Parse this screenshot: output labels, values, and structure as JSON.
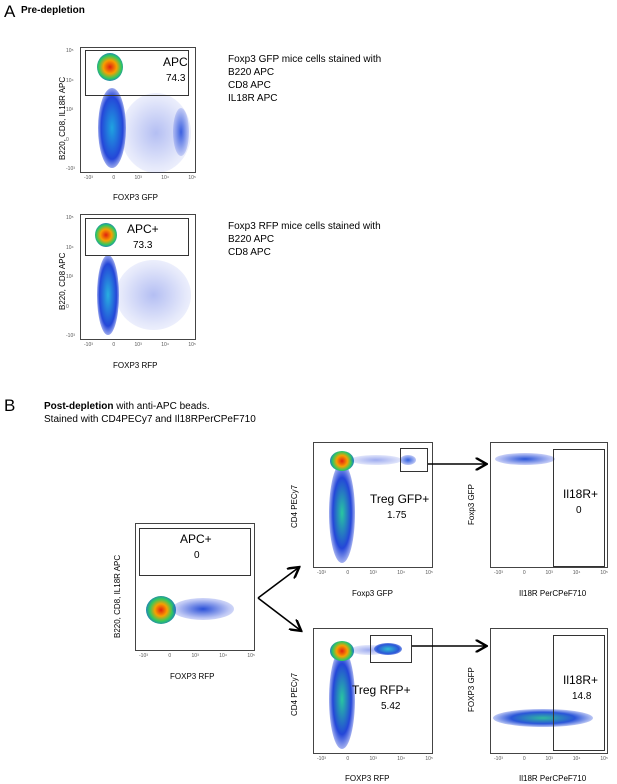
{
  "panelA": {
    "letter": "A",
    "title": "Pre-depletion",
    "plot1": {
      "ylabel": "B220, CD8, IL18R APC",
      "xlabel": "FOXP3 GFP",
      "gate_label": "APC",
      "gate_value": "74.3",
      "description": [
        "Foxp3 GFP mice cells stained with",
        "B220 APC",
        "CD8 APC",
        "IL18R APC"
      ]
    },
    "plot2": {
      "ylabel": "B220, CD8 APC",
      "xlabel": "FOXP3 RFP",
      "gate_label": "APC+",
      "gate_value": "73.3",
      "description": [
        "Foxp3 RFP mice cells stained with",
        "B220 APC",
        "CD8 APC"
      ]
    }
  },
  "panelB": {
    "letter": "B",
    "title_bold": "Post-depletion",
    "title_rest": " with anti-APC beads.",
    "subtitle": "Stained with CD4PECy7 and Il18RPerCPeF710",
    "plot_main": {
      "ylabel": "B220, CD8, IL18R APC",
      "xlabel": "FOXP3 RFP",
      "gate_label": "APC+",
      "gate_value": "0"
    },
    "plot_top_mid": {
      "ylabel": "CD4 PECy7",
      "xlabel": "Foxp3 GFP",
      "gate_label": "Treg GFP+",
      "gate_value": "1.75"
    },
    "plot_bot_mid": {
      "ylabel": "CD4 PECy7",
      "xlabel": "FOXP3 RFP",
      "gate_label": "Treg RFP+",
      "gate_value": "5.42"
    },
    "plot_top_right": {
      "ylabel": "Foxp3 GFP",
      "xlabel": "Il18R PerCPeF710",
      "gate_label": "Il18R+",
      "gate_value": "0"
    },
    "plot_bot_right": {
      "ylabel": "FOXP3 GFP",
      "xlabel": "Il18R PerCPeF710",
      "gate_label": "Il18R+",
      "gate_value": "14.8"
    }
  },
  "ticks": {
    "y": [
      "10⁵",
      "10⁴",
      "10³",
      "0",
      "-10³"
    ],
    "x": [
      "-10³",
      "0",
      "10³",
      "10⁴",
      "10⁵"
    ]
  }
}
